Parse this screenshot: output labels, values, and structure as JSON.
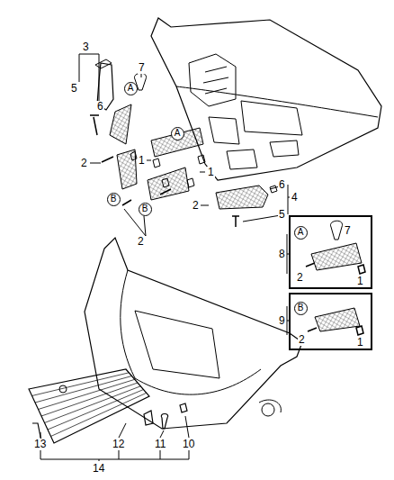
{
  "diagram": {
    "nodes": [
      {
        "text": [
          "A"
        ]
      },
      {
        "text": [
          "A"
        ]
      },
      {
        "text": [
          "B"
        ]
      },
      {
        "text": [
          "B"
        ]
      },
      {
        "text": [
          "A"
        ]
      },
      {
        "text": [
          "B"
        ]
      }
    ],
    "labels": [
      "3",
      "7",
      "5",
      "6",
      "2",
      "1",
      "1",
      "6",
      "4",
      "2",
      "5",
      "7",
      "2",
      "8",
      "1",
      "2",
      "9",
      "1",
      "2",
      "13",
      "12",
      "11",
      "10",
      "14"
    ]
  }
}
